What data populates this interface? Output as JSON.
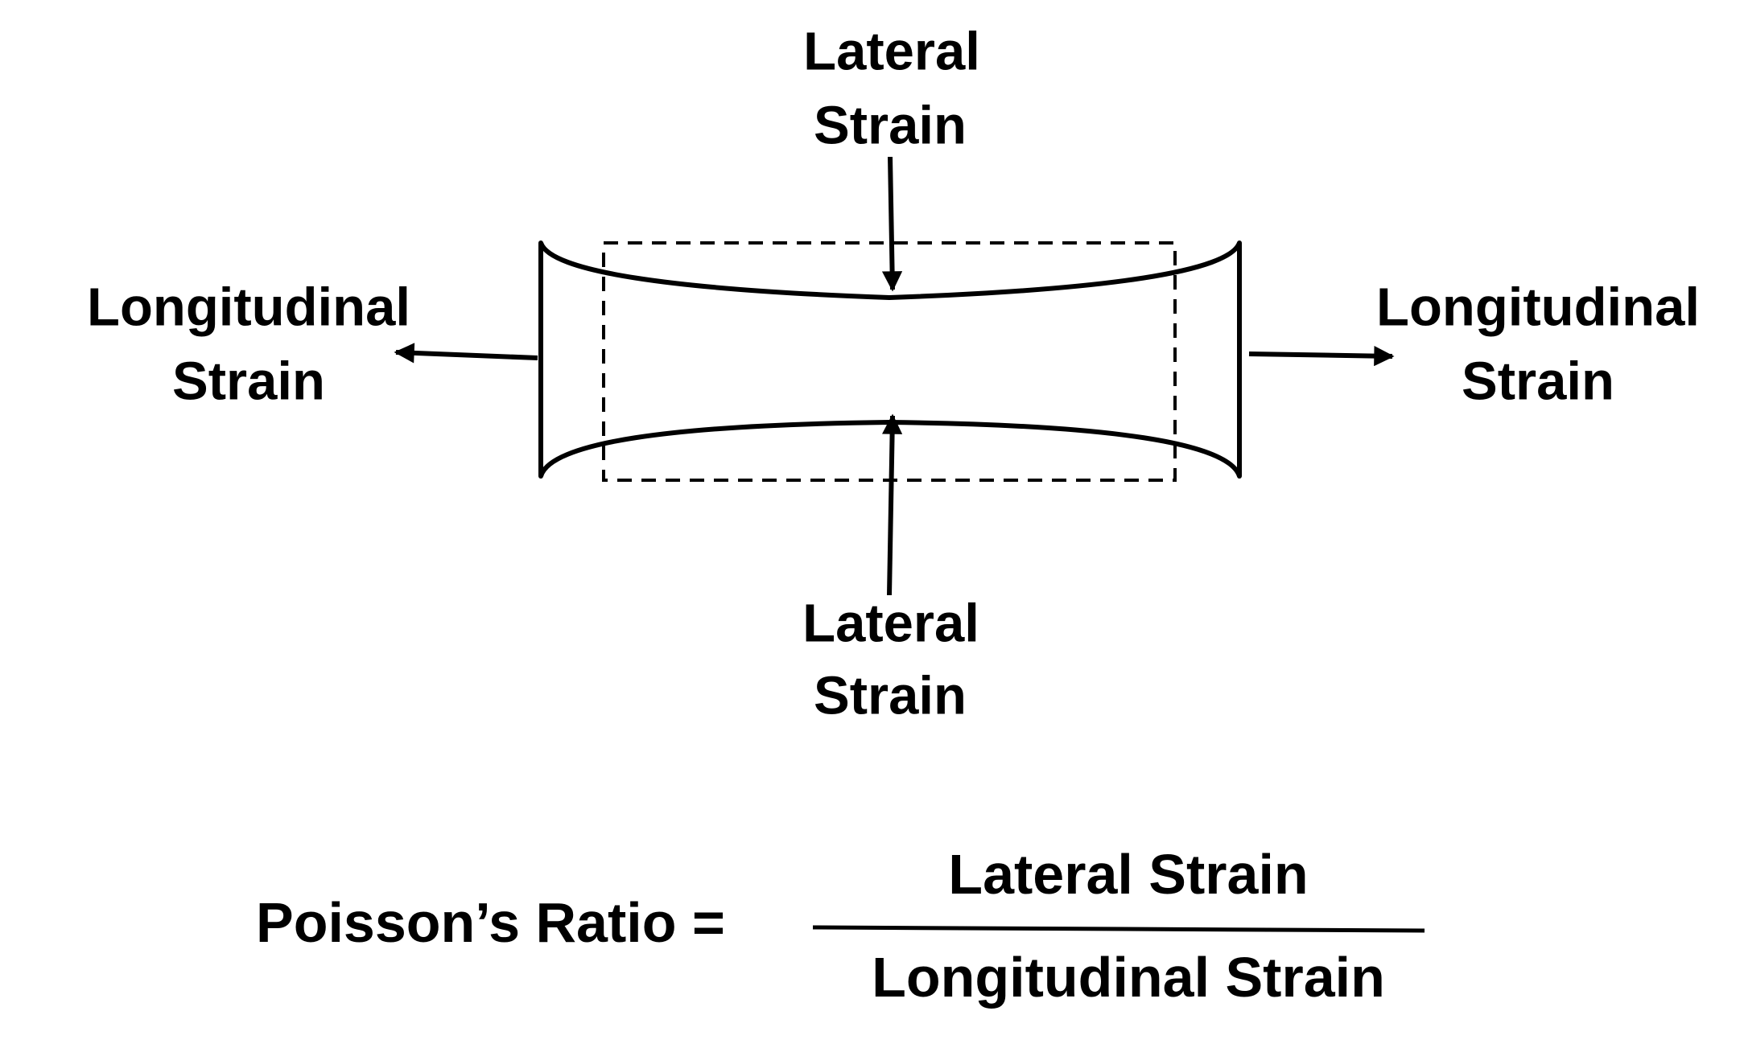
{
  "labels": {
    "lateral_top_line1": "Lateral",
    "lateral_top_line2": "Strain",
    "lateral_bottom_line1": "Lateral",
    "lateral_bottom_line2": "Strain",
    "longitudinal_left_line1": "Longitudinal",
    "longitudinal_left_line2": "Strain",
    "longitudinal_right_line1": "Longitudinal",
    "longitudinal_right_line2": "Strain"
  },
  "equation": {
    "lhs": "Poisson’s Ratio =",
    "numerator": "Lateral Strain",
    "denominator": "Longitudinal Strain"
  },
  "colors": {
    "ink": "#000000",
    "background": "#ffffff"
  }
}
